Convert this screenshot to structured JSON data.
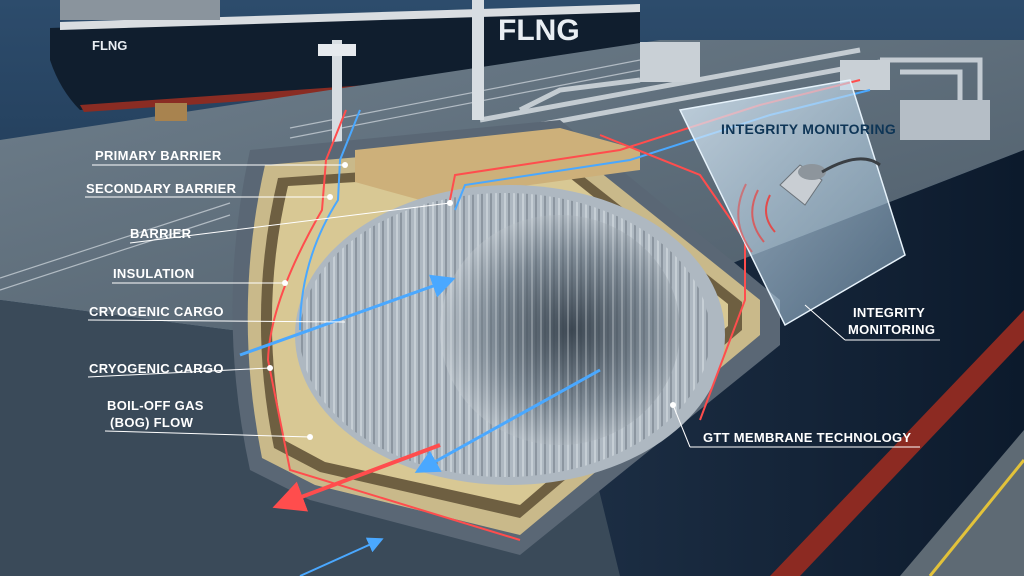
{
  "ship": {
    "hull_name_large": "FLNG",
    "hull_name_small": "FLNG"
  },
  "labels": {
    "primary_barrier": "PRIMARY BARRIER",
    "secondary_barrier": "SECONDARY BARRIER",
    "barrier": "BARRIER",
    "insulation": "INSULATION",
    "cryogenic_cargo_1": "CRYOGENIC CARGO",
    "cryogenic_cargo_2": "CRYOGENIC CARGO",
    "bog_line1": "BOIL-OFF GAS",
    "bog_line2": "(BOG) FLOW",
    "integrity_monitoring_panel": "INTEGRITY MONITORING",
    "integrity_line1": "INTEGRITY",
    "integrity_line2": "MONITORING",
    "gtt_membrane": "GTT MEMBRANE TECHNOLOGY"
  },
  "colors": {
    "cold_flow": "#4aa8ff",
    "boil_off_flow": "#ff4d4d",
    "insulation": "#c9b98a",
    "hull": "#1c3550",
    "membrane": "#b9c3cc"
  },
  "icons": {
    "sensor": "sensor-icon"
  }
}
